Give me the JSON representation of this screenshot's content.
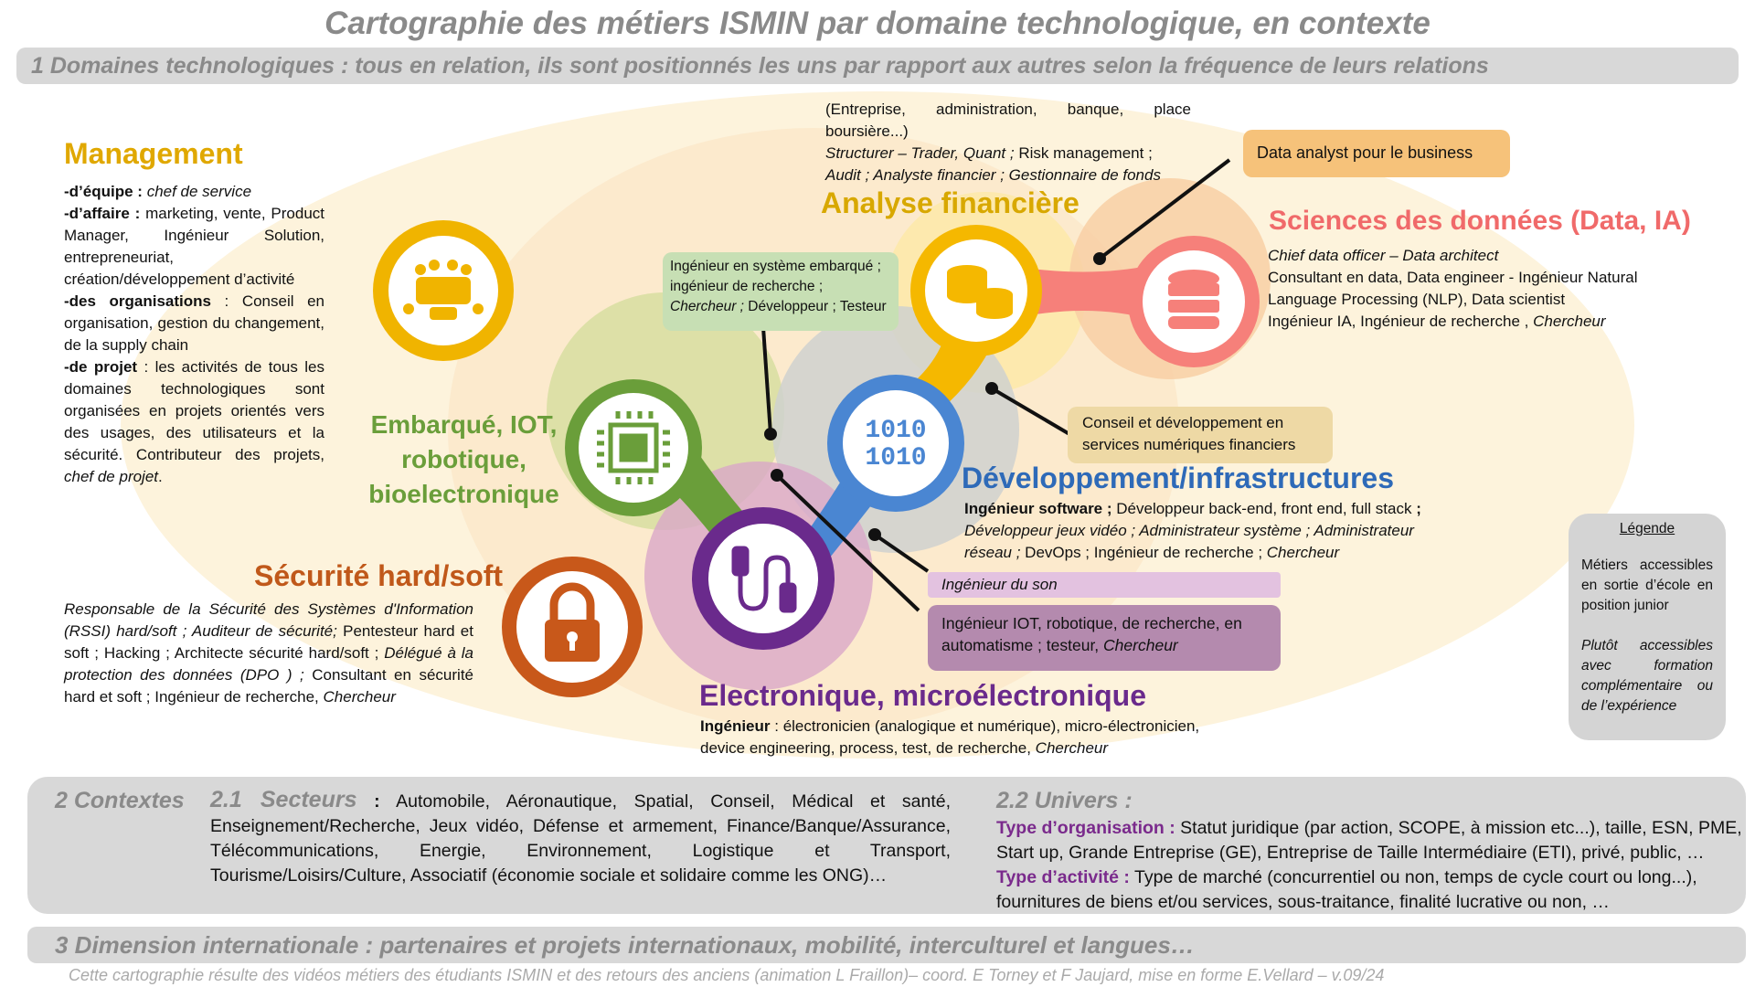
{
  "title": "Cartographie des métiers ISMIN par domaine technologique, en contexte",
  "section1": "1 Domaines technologiques : tous en relation, ils sont positionnés les uns par rapport aux autres selon la fréquence de leurs relations",
  "colors": {
    "management": "#e8b100",
    "embarque": "#6a9e3a",
    "securite": "#c0581a",
    "analyse": "#d8a800",
    "data": "#f06a6a",
    "dev": "#3c7ec9",
    "electronique": "#6a2a8c"
  },
  "management": {
    "heading": "Management",
    "equipe_label": "-d’équipe :",
    "equipe_text": "chef de service",
    "affaire_label": "-d’affaire :",
    "affaire_text": "marketing, vente, Product Manager, Ingénieur Solution, entrepreneuriat, création/développement d’activité",
    "orga_label": "-des organisations",
    "orga_text": ": Conseil en organisation, gestion du changement, de la supply chain",
    "projet_label": "-de projet",
    "projet_text": ": les activités de tous les domaines technologiques sont organisées en projets orientés vers des usages, des utilisateurs et la sécurité. Contributeur des projets,",
    "projet_end": "chef de projet",
    "icon": "meeting-table-icon"
  },
  "embarque": {
    "heading": [
      "Embarqué, IOT,",
      "robotique,",
      "bioelectronique"
    ],
    "box_line1": "Ingénieur en système embarqué ;",
    "box_line2": "ingénieur de recherche ;",
    "box_line3_it": "Chercheur ;",
    "box_line3": "Développeur ; Testeur",
    "icon": "chip-icon"
  },
  "securite": {
    "heading": "Sécurité hard/soft",
    "t1": "Responsable de la Sécurité des Systèmes d'Information (RSSI) hard/soft ; Auditeur de sécurité;",
    "t2": "Pentesteur hard et soft ; Hacking ; Architecte sécurité hard/soft ;",
    "t3": "Délégué à la protection des données (DPO ) ;",
    "t4": "Consultant en sécurité hard et soft ; Ingénieur de recherche,",
    "t5": "Chercheur",
    "icon": "padlock-icon"
  },
  "analyse": {
    "heading": "Analyse financière",
    "l1": "(Entreprise, administration, banque, place boursière...)",
    "l2_it": "Structurer – Trader, Quant ;",
    "l2": "Risk management ;",
    "l3": "Audit ; Analyste financier ; Gestionnaire de fonds",
    "box": "Data analyst pour le business",
    "conseil": "Conseil et développement en services numériques financiers",
    "icon": "coins-icon"
  },
  "data": {
    "heading": "Sciences des données (Data, IA)",
    "l1": "Chief data officer – Data architect",
    "l2": "Consultant en data, Data engineer - Ingénieur Natural",
    "l3": "Language Processing (NLP), Data scientist",
    "l4": "Ingénieur IA, Ingénieur de recherche ,",
    "l4_it": "Chercheur",
    "icon": "database-icon"
  },
  "dev": {
    "heading": "Développement/infrastructures",
    "l1_b": "Ingénieur software ;",
    "l1": "Développeur back-end, front end, full stack",
    "l1_end": ";",
    "l2": "Développeur jeux vidéo ; Administrateur système ; Administrateur",
    "l3_it": "réseau ;",
    "l3": "DevOps ; Ingénieur de recherche ;",
    "l3_end": "Chercheur",
    "icon": "binary-icon"
  },
  "electronique": {
    "heading": "Electronique, microélectronique",
    "l1_b": "Ingénieur",
    "l1": ": électronicien (analogique et numérique), micro-électronicien,",
    "l2": "device engineering, process, test, de recherche,",
    "l2_it": "Chercheur",
    "son": "Ingénieur du son",
    "iot_l1": "Ingénieur IOT, robotique, de recherche, en",
    "iot_l2": "automatisme ; testeur,",
    "iot_l2_it": "Chercheur",
    "icon": "cable-icon"
  },
  "legend": {
    "title": "Légende",
    "item1": "Métiers accessibles en sortie d’école en position junior",
    "item2": "Plutôt accessibles avec formation complémentaire ou de l’expérience"
  },
  "contextes": {
    "label": "2 Contextes",
    "secteurs_label": "2.1 Secteurs",
    "secteurs_text": "Automobile, Aéronautique, Spatial, Conseil, Médical et santé, Enseignement/Recherche, Jeux vidéo, Défense et armement, Finance/Banque/Assurance, Télécommunications, Energie, Environnement, Logistique et Transport, Tourisme/Loisirs/Culture, Associatif (économie sociale et solidaire comme les ONG)…",
    "univers_label": "2.2 Univers :",
    "type_orga_label": "Type d’organisation :",
    "type_orga_text": "Statut juridique (par action, SCOPE, à mission etc...), taille, ESN, PME, Start up, Grande Entreprise (GE), Entreprise de Taille Intermédiaire (ETI), privé, public, …",
    "type_act_label": "Type d’activité :",
    "type_act_text": "Type de marché (concurrentiel ou non, temps de cycle court ou long...), fournitures de biens et/ou services, sous-traitance, finalité lucrative ou non, …"
  },
  "section3": "3 Dimension internationale : partenaires et projets internationaux, mobilité, interculturel et langues…",
  "footer": "Cette cartographie résulte des vidéos métiers des étudiants ISMIN et des retours des anciens (animation L Fraillon)– coord. E Torney et F Jaujard, mise en forme E.Vellard – v.09/24"
}
